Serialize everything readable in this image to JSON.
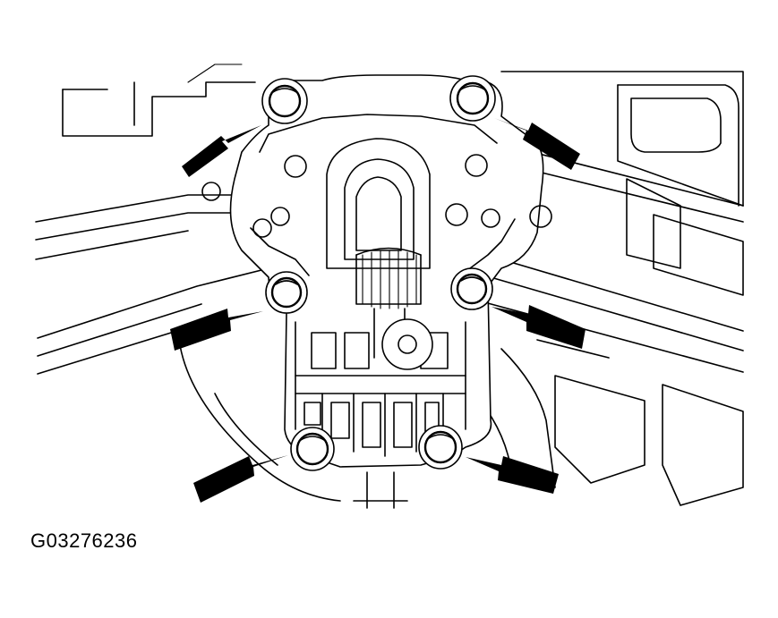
{
  "figure": {
    "id": "G03276236"
  },
  "colors": {
    "line": "#000000",
    "background": "#ffffff",
    "arrow": "#000000"
  },
  "callouts": {
    "bolt_count": 6,
    "arrow_count": 6
  }
}
